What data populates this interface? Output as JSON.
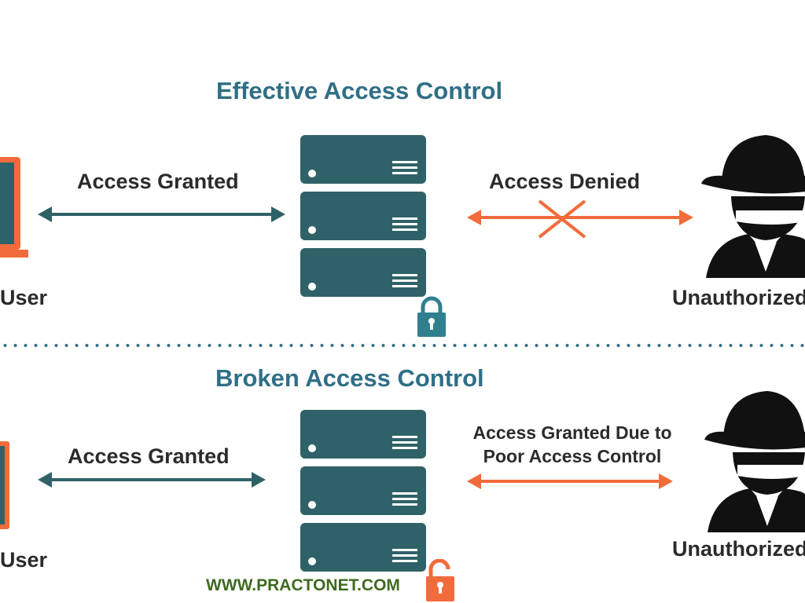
{
  "top": {
    "title": "Effective Access Control",
    "left_label": "Access Granted",
    "right_label": "Access Denied",
    "user_label": "User",
    "attacker_label": "Unauthorized"
  },
  "bottom": {
    "title": "Broken Access Control",
    "left_label": "Access Granted",
    "right_label_line1": "Access Granted Due to",
    "right_label_line2": "Poor Access Control",
    "user_label": "User",
    "attacker_label": "Unauthorized"
  },
  "watermark": "WWW.PRACTONET.COM",
  "colors": {
    "title": "#2f6f86",
    "teal_arrow": "#2f6268",
    "orange": "#f26b3a",
    "server": "#2f6268",
    "lock_top": "#2f7f8f",
    "lock_bottom": "#f26b3a",
    "attacker": "#111111",
    "watermark": "#3d6b1f"
  },
  "icons": [
    "laptop-icon",
    "server-icon",
    "lock-icon",
    "spy-icon",
    "cross-icon"
  ]
}
